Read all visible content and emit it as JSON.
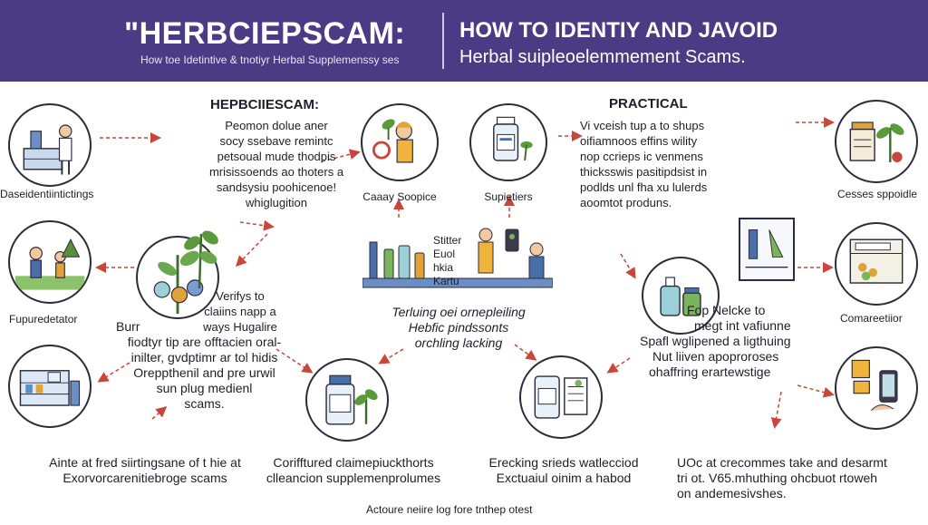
{
  "header": {
    "title": "\"HERBCIEPSCAM:",
    "subtitle": "How toe Idetintive & tnotiyr Herbal Supplemenssy ses",
    "right_title": "HOW TO IDENTIY AND JAVOID",
    "right_subtitle": "Herbal suipleoelemmement Scams."
  },
  "left_icons": [
    {
      "label": "Daseidentiintictings"
    },
    {
      "label": "Fupuredetator"
    }
  ],
  "right_icons": [
    {
      "label": "Cesses sppoidle"
    },
    {
      "label": "Comareetiior"
    }
  ],
  "center_icons": [
    {
      "label": "Caaay Soopice"
    },
    {
      "label": "Supietiers"
    }
  ],
  "center_panel": {
    "lines": [
      "Stitter",
      "Euol",
      "hkia",
      "Kartu"
    ]
  },
  "section_left": {
    "heading": "HEPBCIIESCAM:",
    "lines": [
      "Peomon dolue aner",
      "socy ssebave remintc",
      "petsoual mude thodpis",
      "mrisissoends ao thoters a",
      "sandsysiu poohicenoe!",
      "whiglugition"
    ]
  },
  "section_right": {
    "heading": "PRACTICAL",
    "lines": [
      "Vi vceish tup a to shups",
      "oifiamnoos effins wility",
      "nop ccrieps ic venmens",
      "thicksswis pasitipdsist in",
      "podlds unl fha xu lulerds",
      "aoomtot produns."
    ]
  },
  "mid_left_text": {
    "lines": [
      "Verifys to",
      "claiins napp a",
      "ways Hugalire"
    ]
  },
  "left_text": {
    "lines": [
      "Burr",
      "fiodtyr tip are offtacien oral-",
      "inilter, gvdptimr ar tol hidis",
      "Oreppthenil and pre urwil",
      "sun plug medienl",
      "scams."
    ]
  },
  "center_text": {
    "lines": [
      "Terluing oei ornepleiling",
      "Hebfic pindssonts",
      "orchling lacking"
    ]
  },
  "right_mid_text": {
    "lines": [
      "Fop Nelcke to",
      "megt int vafiunne",
      "Spafl wglipened a ligthuing",
      "Nut liiven apoproroses",
      "ohaffring erartewstige"
    ]
  },
  "bottom_items": [
    {
      "lines": [
        "Ainte at fred siirtingsane of t hie at",
        "Exorvorcarenitiebroge scams"
      ]
    },
    {
      "lines": [
        "Corifftured claimepiuckthorts",
        "clleancion supplemenprolumes"
      ]
    },
    {
      "lines": [
        "Erecking srieds watlecciod",
        "Exctuaiul oinim a habod"
      ]
    },
    {
      "lines": [
        "UOc at crecommes take and desarmt",
        "tri ot. V65.mhuthing ohcbuot rtoweh",
        "on andemesivshes."
      ]
    }
  ],
  "footer": {
    "text": "Actoure neiire log fore tnthep otest"
  },
  "colors": {
    "header": "#4a3b84",
    "arrow": "#c8473a",
    "outline": "#2b2b3a"
  },
  "icons": [
    "lab-scientist-icon",
    "family-outdoor-icon",
    "lab-shelf-icon",
    "botanical-herbs-icon",
    "plant-person-icon",
    "supplement-jar-icon",
    "pharmacy-team-icon",
    "supplement-bottle-icon",
    "supplement-label-icon",
    "herb-jar-icon",
    "pill-tray-icon",
    "lotion-bottles-icon",
    "store-shelf-icon",
    "phone-checking-icon"
  ]
}
